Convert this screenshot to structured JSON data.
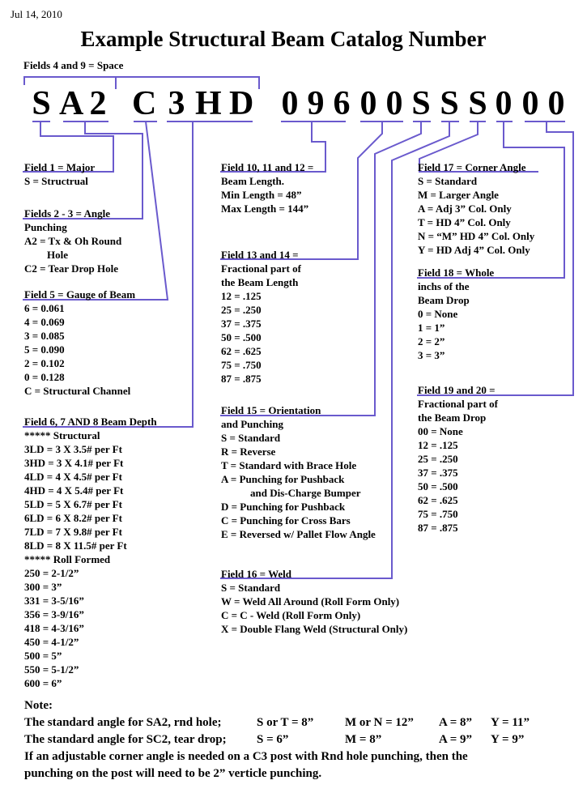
{
  "date": "Jul 14, 2010",
  "title": "Example Structural Beam Catalog Number",
  "space_note": "Fields 4 and 9 = Space",
  "catalog_chars": [
    "S",
    "A",
    "2",
    "C",
    "3",
    "H",
    "D",
    "0",
    "9",
    "6",
    "0",
    "0",
    "S",
    "S",
    "S",
    "0",
    "0",
    "0"
  ],
  "field1": {
    "heading": "Field 1 = Major",
    "lines": [
      "S = Structrual"
    ]
  },
  "field2_3": {
    "heading": "Fields 2 - 3 = Angle",
    "lines": [
      "Punching",
      "A2 = Tx & Oh Round",
      "Hole",
      "C2 = Tear Drop Hole"
    ]
  },
  "field5": {
    "heading": "Field 5 = Gauge of Beam",
    "lines": [
      "6 = 0.061",
      "4 = 0.069",
      "3 = 0.085",
      "5 = 0.090",
      "2 = 0.102",
      "0 = 0.128",
      "C = Structural Channel"
    ]
  },
  "field6_8": {
    "heading": "Field 6, 7 AND 8 Beam Depth",
    "lines": [
      "***** Structural",
      "3LD = 3 X 3.5# per Ft",
      "3HD = 3 X 4.1# per Ft",
      "4LD = 4 X 4.5# per Ft",
      "4HD = 4 X 5.4# per Ft",
      "5LD = 5 X 6.7# per Ft",
      "6LD = 6 X 8.2# per Ft",
      "7LD = 7 X 9.8# per Ft",
      "8LD = 8 X 11.5# per Ft",
      "***** Roll Formed",
      "250 = 2-1/2”",
      "300 = 3”",
      "331 = 3-5/16”",
      "356 = 3-9/16”",
      "418 = 4-3/16”",
      "450 = 4-1/2”",
      "500 = 5”",
      "550 = 5-1/2”",
      "600 = 6”"
    ]
  },
  "field10_12": {
    "heading": "Field 10, 11 and 12 =",
    "lines": [
      "Beam Length.",
      "Min Length = 48”",
      "Max Length = 144”"
    ]
  },
  "field13_14": {
    "heading": "Field 13 and 14 =",
    "lines": [
      "Fractional part of",
      "the Beam Length",
      "12 = .125",
      "25 = .250",
      "37 = .375",
      "50 = .500",
      "62 = .625",
      "75 = .750",
      "87 = .875"
    ]
  },
  "field15": {
    "heading": "Field 15 = Orientation",
    "lines": [
      "and Punching",
      "S = Standard",
      "R = Reverse",
      "T = Standard with Brace Hole",
      "A = Punching for Pushback",
      "and Dis-Charge Bumper",
      "D = Punching for Pushback",
      "C = Punching for Cross Bars",
      "E = Reversed w/ Pallet Flow Angle"
    ]
  },
  "field16": {
    "heading": "Field 16 = Weld",
    "lines": [
      "S = Standard",
      "W = Weld All Around (Roll Form Only)",
      "C = C - Weld  (Roll Form Only)",
      "X = Double Flang Weld (Structural Only)"
    ]
  },
  "field17": {
    "heading": "Field 17 = Corner Angle",
    "lines": [
      "S = Standard",
      "M = Larger Angle",
      "A = Adj 3” Col. Only",
      "T = HD 4” Col. Only",
      "N = “M” HD 4” Col. Only",
      "Y = HD Adj 4” Col. Only"
    ]
  },
  "field18": {
    "heading": "Field 18 = Whole",
    "lines": [
      "inchs of the",
      "Beam Drop",
      "0 = None",
      "1 = 1”",
      "2 = 2”",
      "3 = 3”"
    ]
  },
  "field19_20": {
    "heading": "Field 19 and 20 =",
    "lines": [
      "Fractional part of",
      "the Beam Drop",
      "00 = None",
      "12 = .125",
      "25 = .250",
      "37 = .375",
      "50 = .500",
      "62 = .625",
      "75 = .750",
      "87 = .875"
    ]
  },
  "notes": {
    "label": "Note:",
    "row1": [
      "The standard angle for SA2, rnd hole;",
      "S or T = 8”",
      "M or N = 12”",
      "A = 8”",
      "Y = 11”"
    ],
    "row2": [
      "The standard angle for SC2, tear drop;",
      "S = 6”",
      "M = 8”",
      "A = 9”",
      "Y = 9”"
    ],
    "line3": "If an adjustable corner angle is needed on a C3 post with Rnd hole punching, then the",
    "line4": "punching on the post will need to be 2” verticle punching."
  },
  "colors": {
    "connector": "#6a5acd",
    "text": "#000000"
  }
}
